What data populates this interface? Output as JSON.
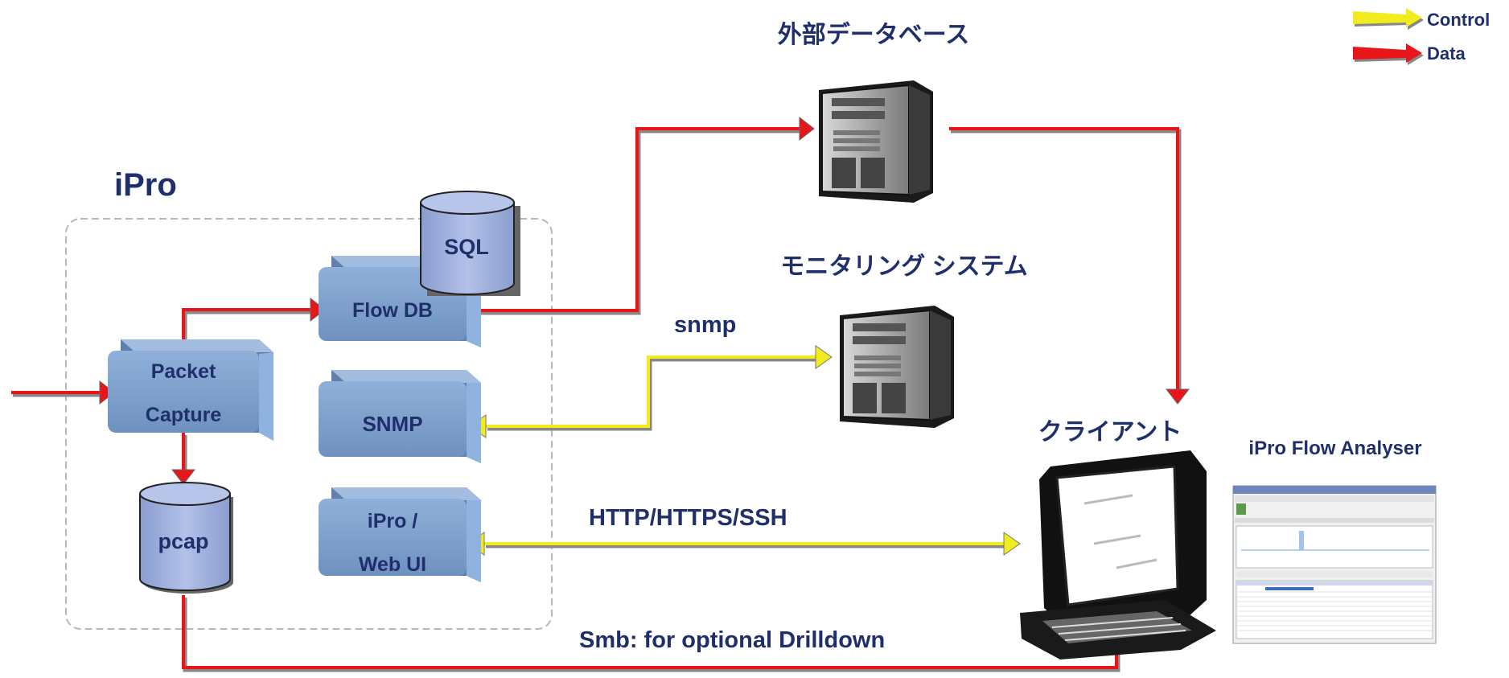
{
  "system": {
    "title": "iPro"
  },
  "nodes": {
    "packet_capture": {
      "line1": "Packet",
      "line2": "Capture"
    },
    "flow_db": "Flow DB",
    "sql": "SQL",
    "pcap": "pcap",
    "snmp": "SNMP",
    "web_ui": {
      "line1": "iPro /",
      "line2": "Web UI"
    },
    "external_db": "外部データベース",
    "monitoring": "モニタリング システム",
    "client": "クライアント",
    "analyser": "iPro Flow Analyser"
  },
  "connections": {
    "snmp": "snmp",
    "http": "HTTP/HTTPS/SSH",
    "smb": "Smb: for optional Drilldown"
  },
  "legend": [
    {
      "label": "Control",
      "color": "#f2ec1e"
    },
    {
      "label": "Data",
      "color": "#e8151b"
    }
  ],
  "colors": {
    "box": "#7f9fc9",
    "box_top": "#a3bde0",
    "cylinder": "#9fb0dc",
    "control": "#f2ec1e",
    "data": "#e8151b",
    "text": "#1f2f6b"
  }
}
